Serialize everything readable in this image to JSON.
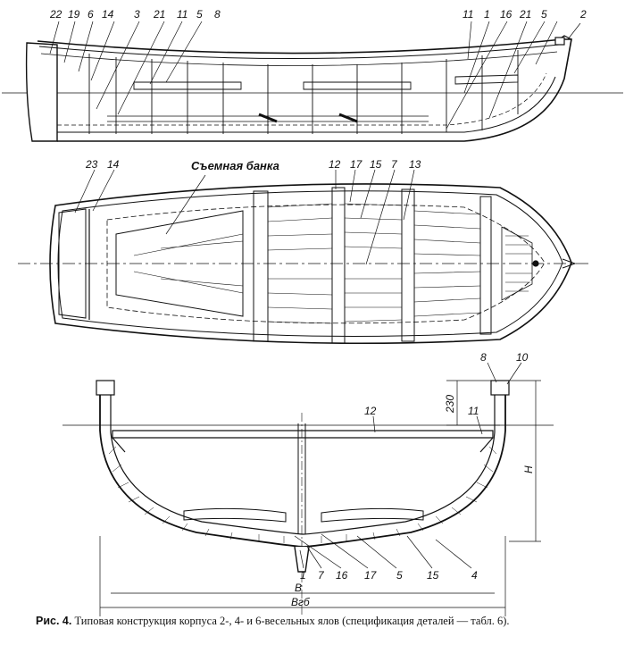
{
  "side_view": {
    "labels": [
      "22",
      "19",
      "6",
      "14",
      "3",
      "21",
      "11",
      "5",
      "8",
      "11",
      "1",
      "16",
      "21",
      "5",
      "2"
    ]
  },
  "plan_view": {
    "labels": [
      "23",
      "14",
      "12",
      "17",
      "15",
      "7",
      "13"
    ],
    "removable_thwart": "Съемная банка"
  },
  "section_view": {
    "labels": [
      "8",
      "10",
      "12",
      "11",
      "1",
      "7",
      "16",
      "17",
      "5",
      "15",
      "4"
    ],
    "dim_freeboard": "230",
    "dim_height": "H",
    "dim_beam": "B",
    "dim_beam_overall": "Bгб"
  },
  "caption": {
    "lead": "Рис. 4.",
    "text": "Типовая конструкция корпуса 2-, 4- и 6-весельных ялов (спецификация деталей — табл. 6)."
  }
}
